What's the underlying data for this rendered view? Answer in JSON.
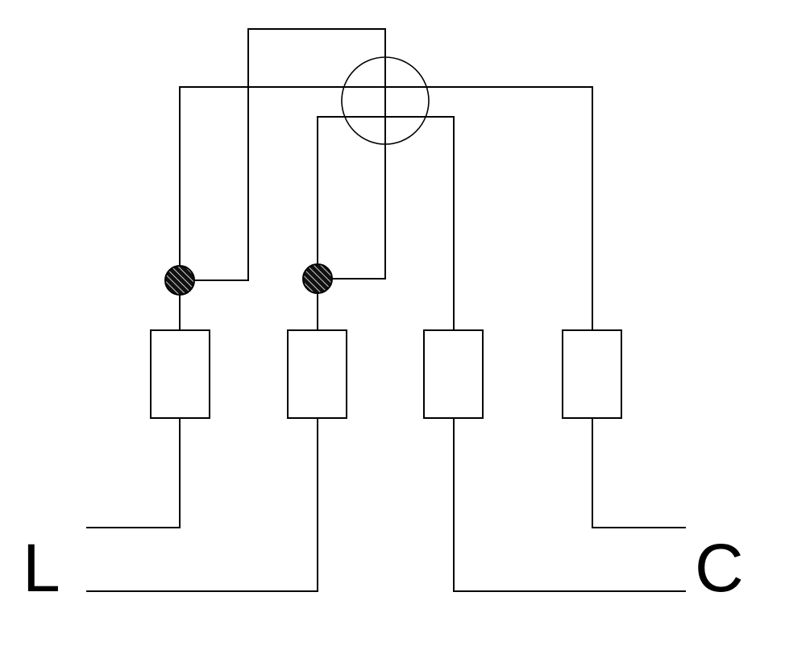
{
  "labels": {
    "left": "L",
    "right": "C"
  },
  "colors": {
    "background": "#ffffff",
    "line": "#000000",
    "node_fill": "#111111",
    "node_hatch": "#ffffff"
  },
  "components": {
    "junction_symbol": "circle",
    "resistor_count": 4,
    "junction_node_count": 2
  }
}
